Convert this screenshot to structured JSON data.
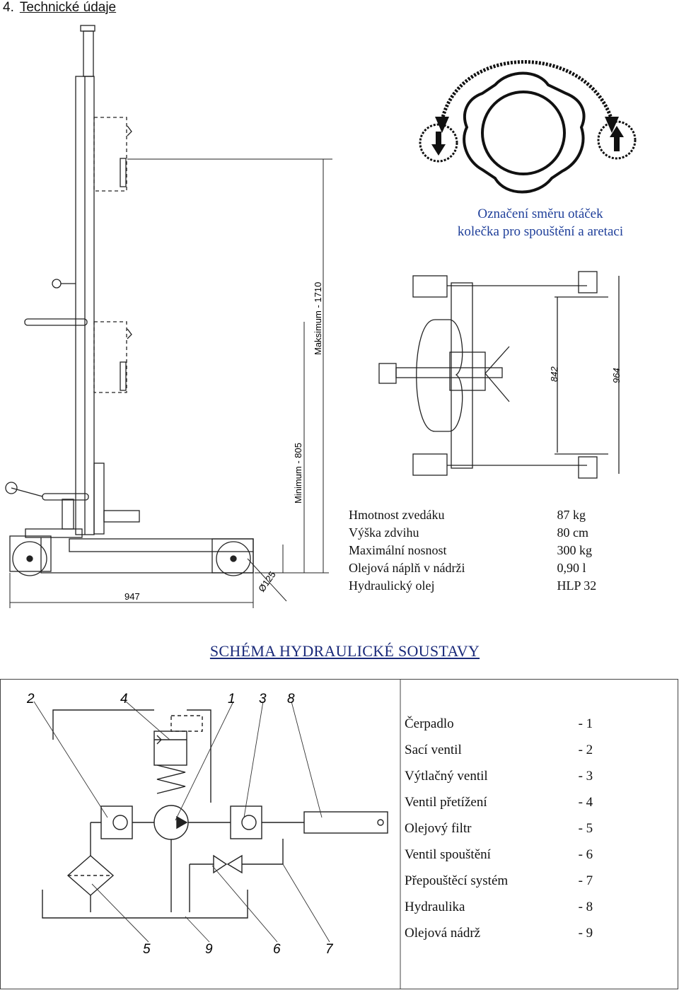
{
  "heading": {
    "number": "4.",
    "title": "Technické údaje"
  },
  "caption": {
    "line1": "Označení směru otáček",
    "line2": "kolečka pro spouštění a aretaci"
  },
  "dimensions": {
    "max": "Maksimum - 1710",
    "min": "Minimum - 805",
    "length": "947",
    "wheel": "Ø125",
    "width_inner": "842",
    "width_outer": "964"
  },
  "specs": [
    {
      "label": "Hmotnost zvedáku",
      "value": "87 kg"
    },
    {
      "label": "Výška zdvihu",
      "value": "80 cm"
    },
    {
      "label": "Maximální nosnost",
      "value": "300 kg"
    },
    {
      "label": "Olejová náplň v nádrži",
      "value": "0,90 l"
    },
    {
      "label": "Hydraulický olej",
      "value": "HLP 32"
    }
  ],
  "schema_title": "SCHÉMA HYDRAULICKÉ SOUSTAVY",
  "schema_numbers_top": [
    "2",
    "4",
    "1",
    "3",
    "8"
  ],
  "schema_numbers_bottom": [
    "5",
    "9",
    "6",
    "7"
  ],
  "legend": [
    {
      "label": "Čerpadlo",
      "num": "- 1"
    },
    {
      "label": "Sací ventil",
      "num": "- 2"
    },
    {
      "label": "Výtlačný ventil",
      "num": "- 3"
    },
    {
      "label": "Ventil přetížení",
      "num": "- 4"
    },
    {
      "label": "Olejový filtr",
      "num": "- 5"
    },
    {
      "label": "Ventil spouštění",
      "num": "- 6"
    },
    {
      "label": "Přepouštěcí systém",
      "num": "- 7"
    },
    {
      "label": "Hydraulika",
      "num": "- 8"
    },
    {
      "label": "Olejová nádrž",
      "num": "- 9"
    }
  ]
}
